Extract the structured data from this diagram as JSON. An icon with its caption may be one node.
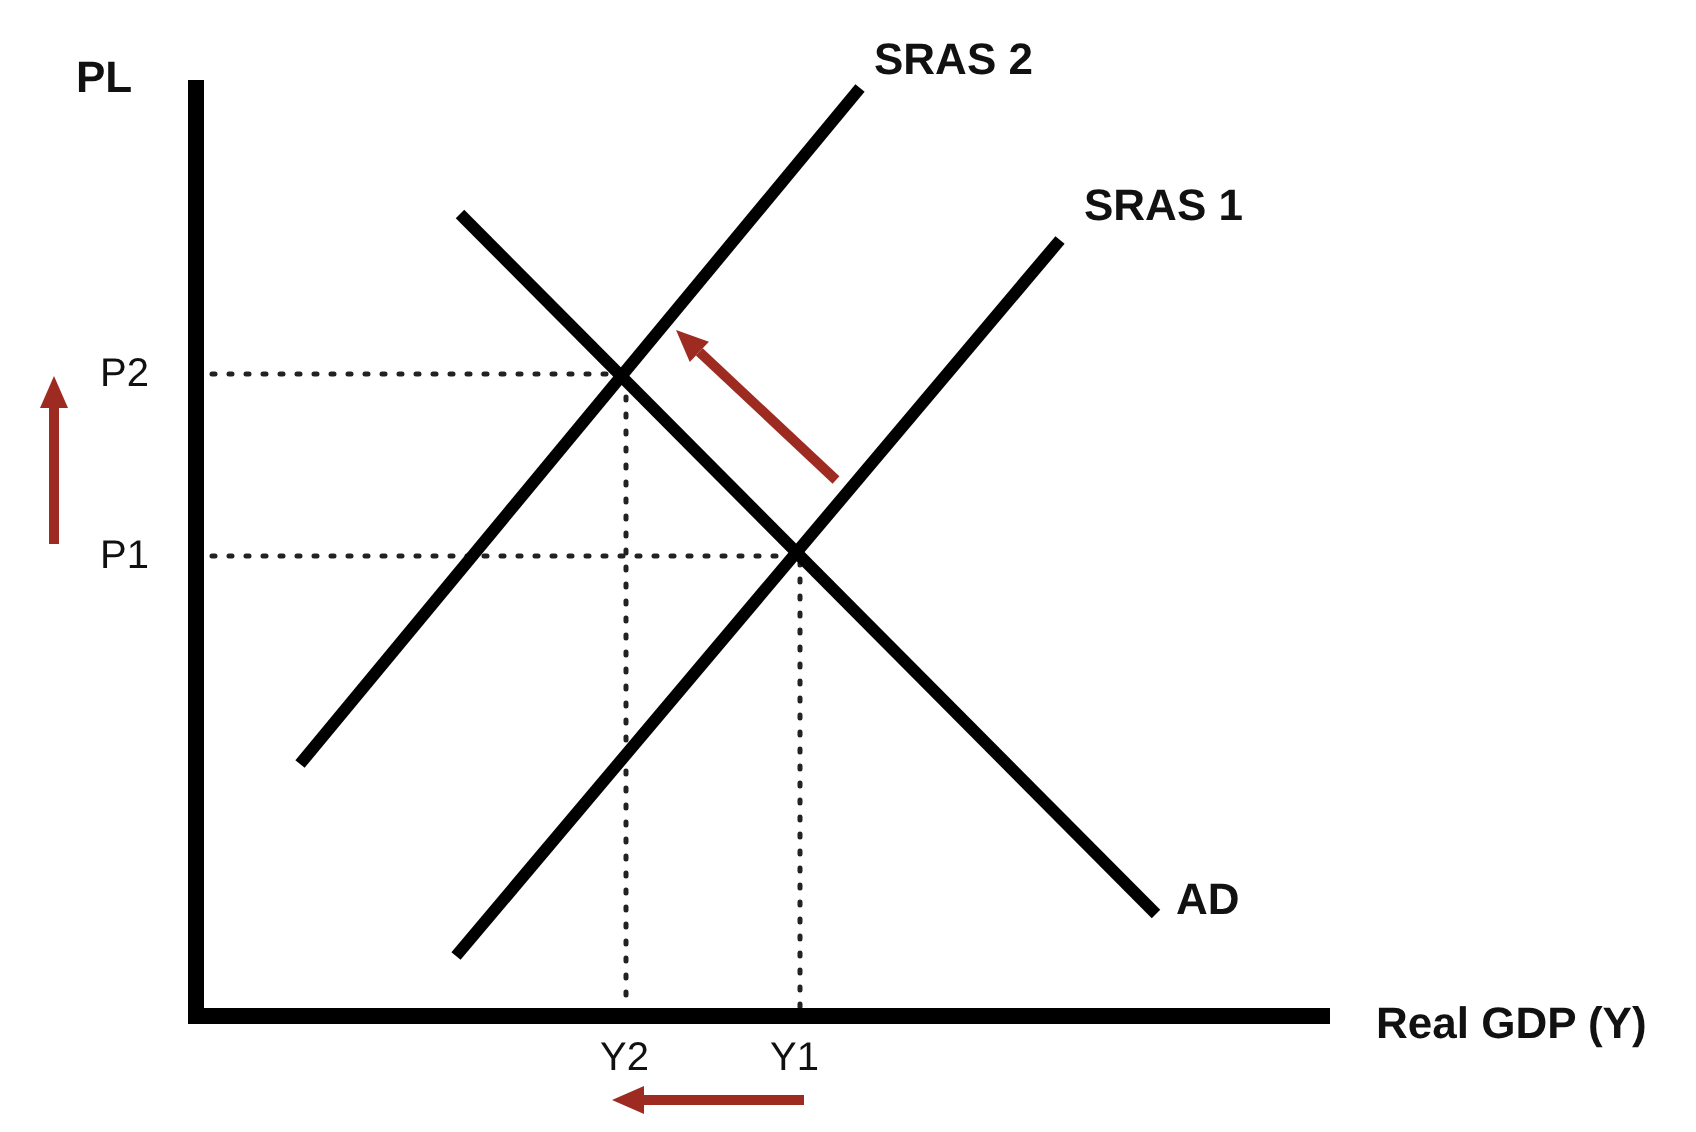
{
  "diagram": {
    "labels": [
      "PL",
      "SRAS 2",
      "SRAS 1",
      "P2",
      "P1",
      "AD",
      "Real GDP (Y)",
      "Y2",
      "Y1"
    ]
  }
}
